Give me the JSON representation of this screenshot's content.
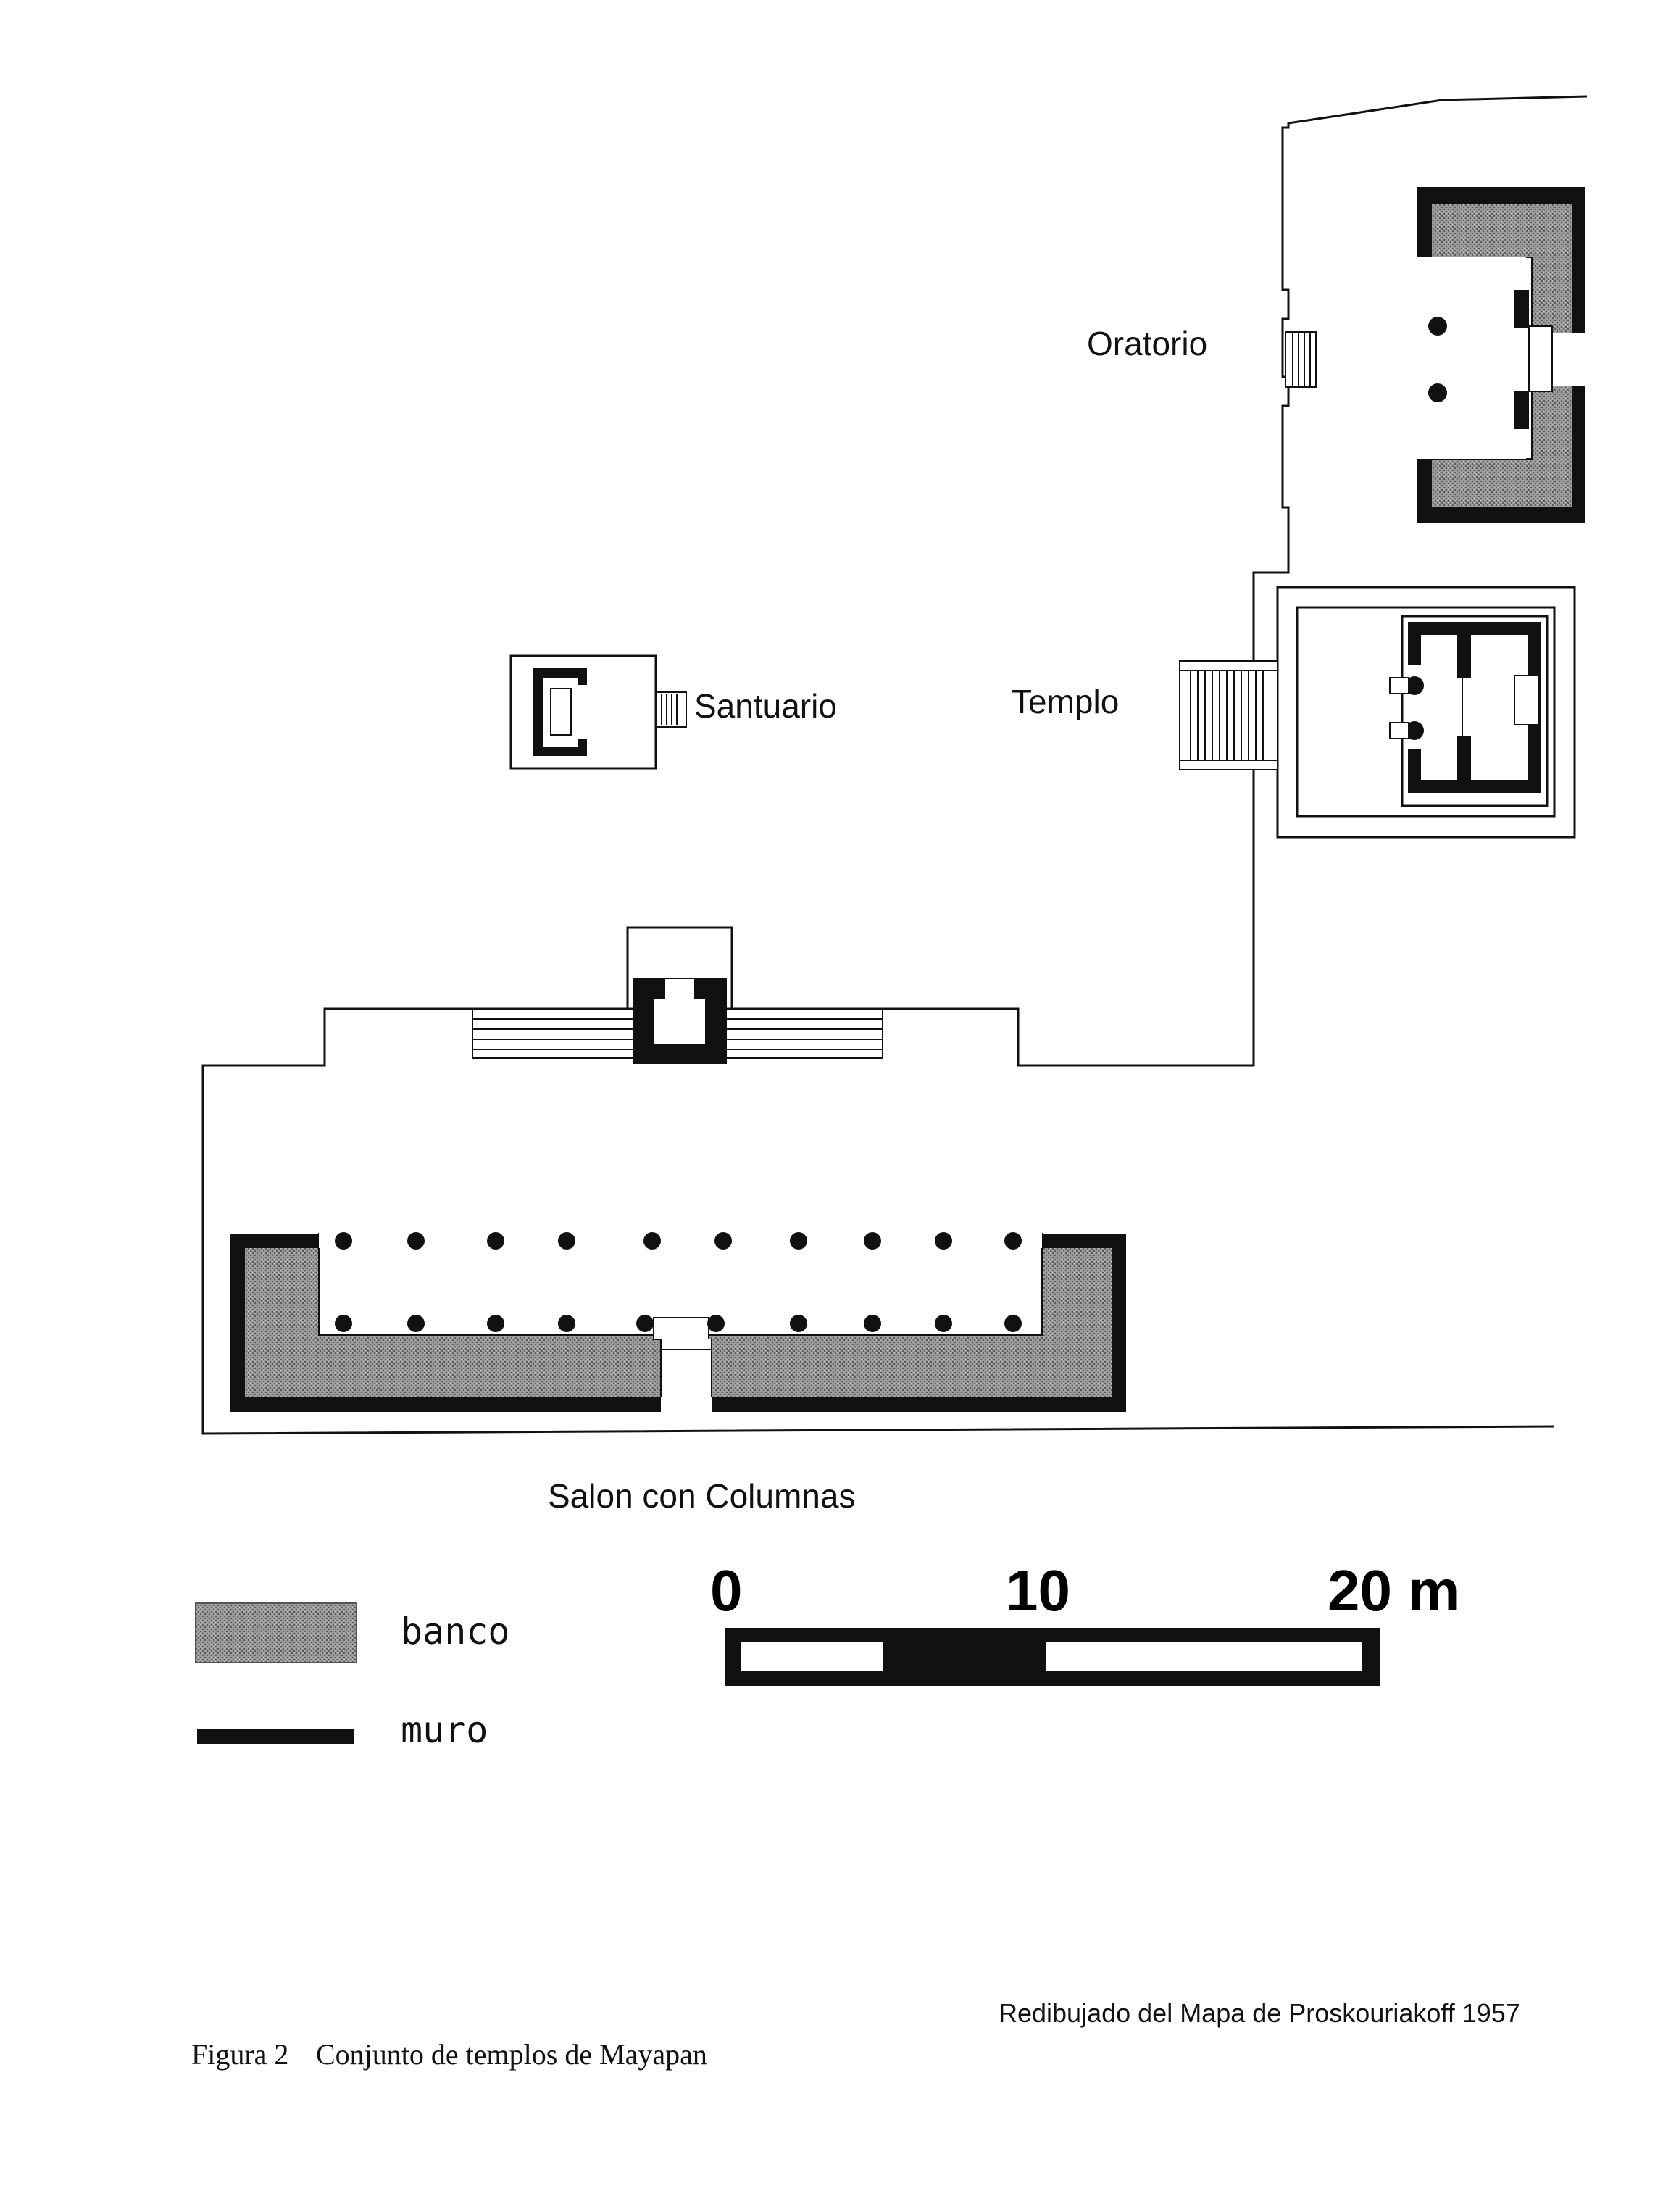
{
  "labels": {
    "oratorio": "Oratorio",
    "santuario": "Santuario",
    "templo": "Templo",
    "salon": "Salon con Columnas"
  },
  "scale_bar": {
    "tick_0": "0",
    "tick_10": "10",
    "tick_20": "20 m"
  },
  "legend": {
    "banco": "banco",
    "muro": "muro"
  },
  "credit": "Redibujado del Mapa de Proskouriakoff 1957",
  "caption": {
    "figure": "Figura 2",
    "title": "Conjunto de templos de Mayapan"
  }
}
